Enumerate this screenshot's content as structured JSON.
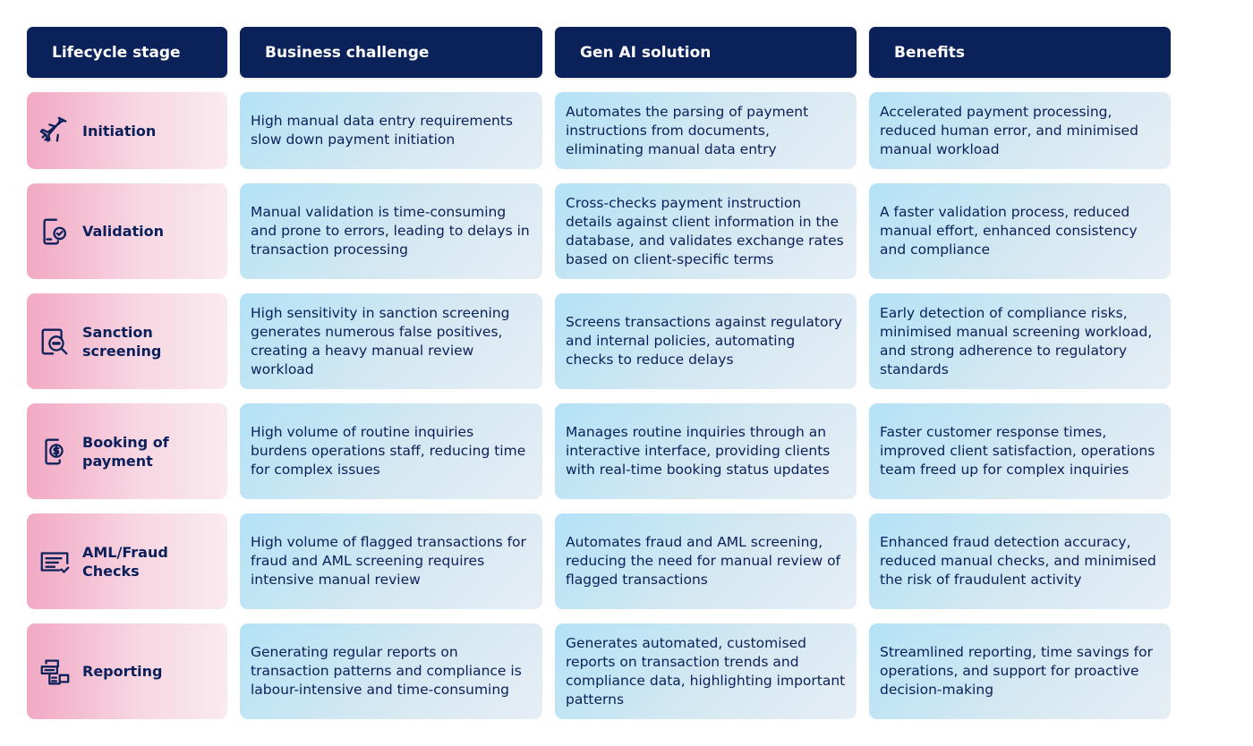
{
  "headers": [
    "Lifecycle stage",
    "Business challenge",
    "Gen AI solution",
    "Benefits"
  ],
  "rows": [
    {
      "icon": "airplane-icon",
      "stage": "Initiation",
      "challenge": "High manual data entry requirements slow down payment initiation",
      "solution": "Automates the parsing of payment instructions from documents, eliminating manual data entry",
      "benefits": "Accelerated payment processing, reduced human error, and minimised manual workload"
    },
    {
      "icon": "phone-check-icon",
      "stage": "Validation",
      "challenge": "Manual validation is time-consuming and prone to errors, leading to delays in transaction processing",
      "solution": "Cross-checks payment instruction details against client information in the database, and validates exchange rates based on client-specific terms",
      "benefits": "A faster validation process, reduced manual effort, enhanced consistency and compliance"
    },
    {
      "icon": "document-search-icon",
      "stage": "Sanction screening",
      "challenge": "High sensitivity in sanction screening generates numerous false positives, creating a heavy manual review workload",
      "solution": "Screens transactions against regulatory and internal policies, automating checks to reduce delays",
      "benefits": "Early detection of compliance risks, minimised manual screening workload, and strong adherence to regulatory standards"
    },
    {
      "icon": "phone-dollar-icon",
      "stage": "Booking of payment",
      "challenge": "High volume of routine inquiries burdens operations staff, reducing time for complex issues",
      "solution": "Manages routine inquiries through an interactive interface, providing clients with real-time booking status updates",
      "benefits": "Faster customer response times, improved client satisfaction, operations team freed up for complex inquiries"
    },
    {
      "icon": "checklist-icon",
      "stage": "AML/Fraud Checks",
      "challenge": "High volume of flagged transactions for fraud and AML screening requires intensive manual review",
      "solution": "Automates fraud and AML screening, reducing the need for manual review of flagged transactions",
      "benefits": "Enhanced fraud detection accuracy, reduced manual checks, and minimised the risk of fraudulent activity"
    },
    {
      "icon": "report-icon",
      "stage": "Reporting",
      "challenge": "Generating regular reports on transaction patterns and compliance is labour-intensive and time-consuming",
      "solution": "Generates automated, customised reports on transaction trends and compliance data, highlighting important patterns",
      "benefits": "Streamlined reporting, time savings for operations, and support for proactive decision-making"
    }
  ]
}
